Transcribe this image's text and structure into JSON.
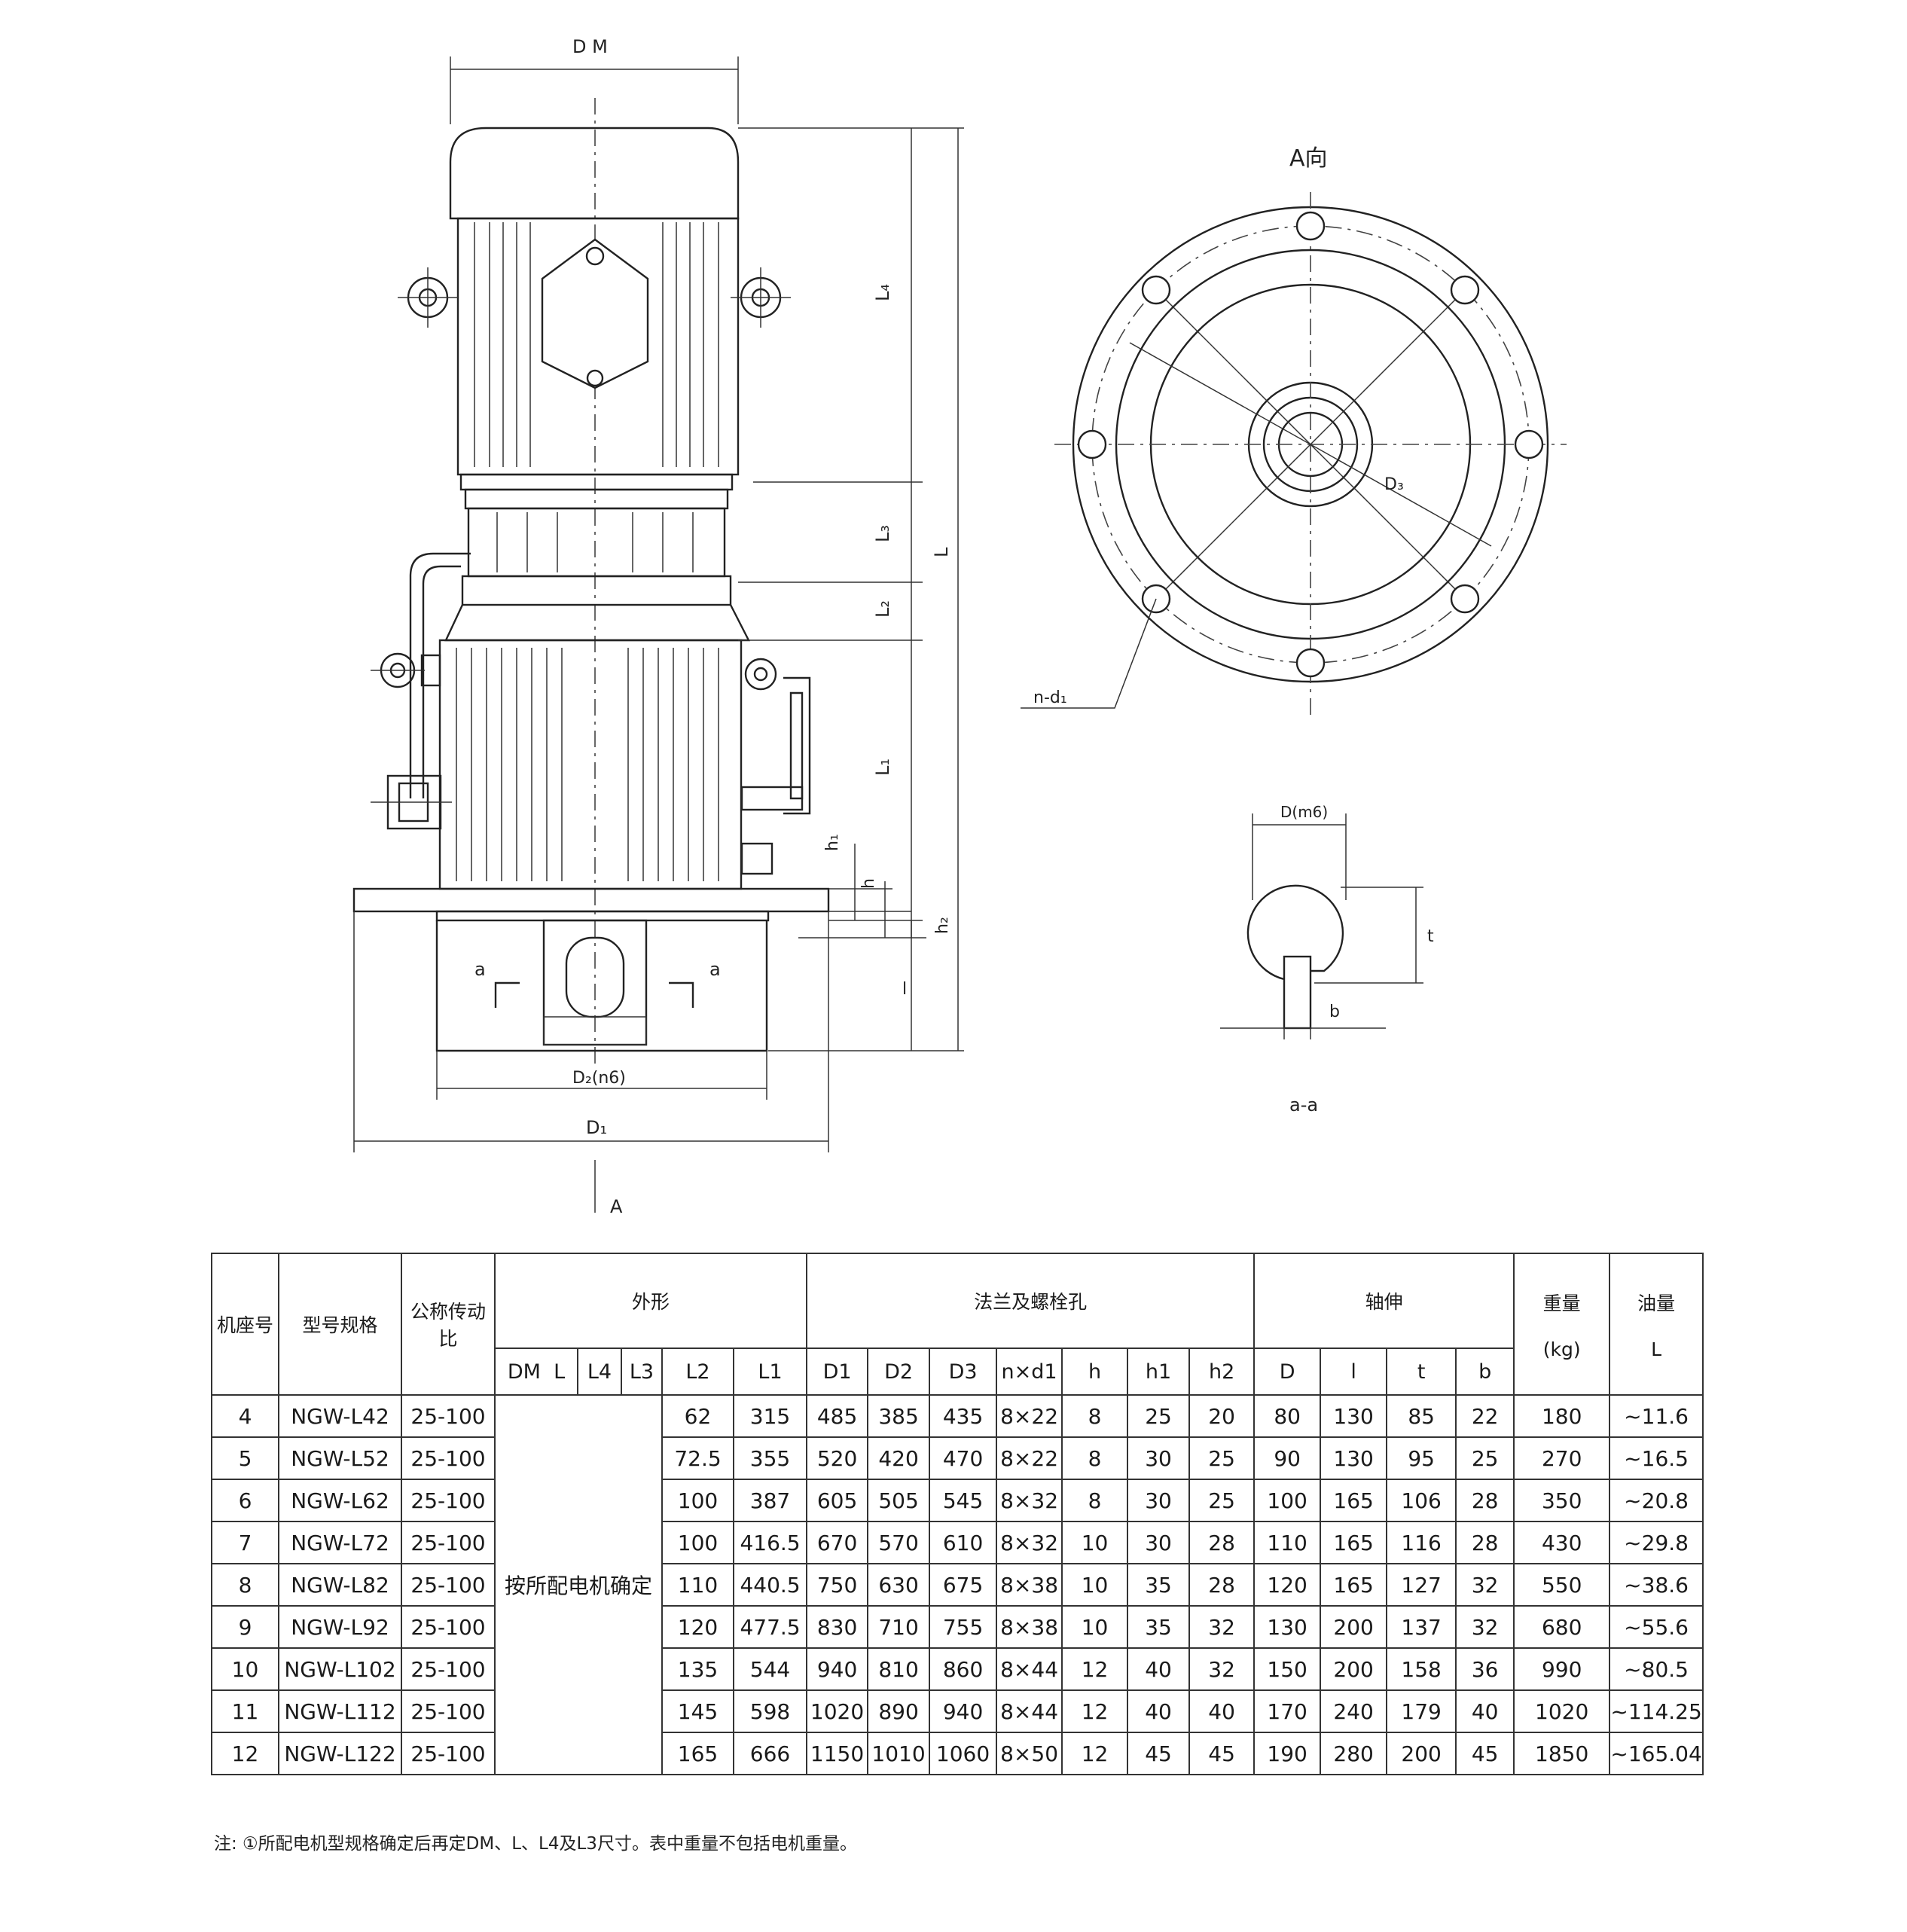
{
  "drawing": {
    "dims": {
      "DM": "D M",
      "L4": "L₄",
      "L3": "L₃",
      "L2": "L₂",
      "L1": "L₁",
      "L": "L",
      "h1": "h₁",
      "h": "h",
      "h2": "h₂",
      "l": "l",
      "D2": "D₂(n6)",
      "D1": "D₁",
      "a_left": "a",
      "a_right": "a",
      "A": "A"
    },
    "view_a": {
      "title": "A向",
      "D3": "D₃",
      "nd1": "n-d₁"
    },
    "section": {
      "D": "D(m6)",
      "t": "t",
      "b": "b",
      "caption": "a-a"
    }
  },
  "table": {
    "headers": {
      "seat": "机座号",
      "model": "型号规格",
      "ratio": "公称传动比",
      "outline": "外形",
      "flange": "法兰及螺栓孔",
      "shaft": "轴伸",
      "weight": "重量",
      "weight_unit": "(kg)",
      "oil": "油量",
      "oil_unit": "L"
    },
    "subheaders": [
      "DM",
      "L",
      "L4",
      "L3",
      "L2",
      "L1",
      "D1",
      "D2",
      "D3",
      "n×d1",
      "h",
      "h1",
      "h2",
      "D",
      "l",
      "t",
      "b"
    ],
    "merged_note": "按所配电机确定",
    "rows": [
      {
        "seat": "4",
        "model": "NGW-L42",
        "ratio": "25-100",
        "L2": "62",
        "L1": "315",
        "D1": "485",
        "D2": "385",
        "D3": "435",
        "nd1": "8×22",
        "h": "8",
        "h1": "25",
        "h2": "20",
        "D": "80",
        "l": "130",
        "t": "85",
        "b": "22",
        "weight": "180",
        "oil": "~11.6"
      },
      {
        "seat": "5",
        "model": "NGW-L52",
        "ratio": "25-100",
        "L2": "72.5",
        "L1": "355",
        "D1": "520",
        "D2": "420",
        "D3": "470",
        "nd1": "8×22",
        "h": "8",
        "h1": "30",
        "h2": "25",
        "D": "90",
        "l": "130",
        "t": "95",
        "b": "25",
        "weight": "270",
        "oil": "~16.5"
      },
      {
        "seat": "6",
        "model": "NGW-L62",
        "ratio": "25-100",
        "L2": "100",
        "L1": "387",
        "D1": "605",
        "D2": "505",
        "D3": "545",
        "nd1": "8×32",
        "h": "8",
        "h1": "30",
        "h2": "25",
        "D": "100",
        "l": "165",
        "t": "106",
        "b": "28",
        "weight": "350",
        "oil": "~20.8"
      },
      {
        "seat": "7",
        "model": "NGW-L72",
        "ratio": "25-100",
        "L2": "100",
        "L1": "416.5",
        "D1": "670",
        "D2": "570",
        "D3": "610",
        "nd1": "8×32",
        "h": "10",
        "h1": "30",
        "h2": "28",
        "D": "110",
        "l": "165",
        "t": "116",
        "b": "28",
        "weight": "430",
        "oil": "~29.8"
      },
      {
        "seat": "8",
        "model": "NGW-L82",
        "ratio": "25-100",
        "L2": "110",
        "L1": "440.5",
        "D1": "750",
        "D2": "630",
        "D3": "675",
        "nd1": "8×38",
        "h": "10",
        "h1": "35",
        "h2": "28",
        "D": "120",
        "l": "165",
        "t": "127",
        "b": "32",
        "weight": "550",
        "oil": "~38.6"
      },
      {
        "seat": "9",
        "model": "NGW-L92",
        "ratio": "25-100",
        "L2": "120",
        "L1": "477.5",
        "D1": "830",
        "D2": "710",
        "D3": "755",
        "nd1": "8×38",
        "h": "10",
        "h1": "35",
        "h2": "32",
        "D": "130",
        "l": "200",
        "t": "137",
        "b": "32",
        "weight": "680",
        "oil": "~55.6"
      },
      {
        "seat": "10",
        "model": "NGW-L102",
        "ratio": "25-100",
        "L2": "135",
        "L1": "544",
        "D1": "940",
        "D2": "810",
        "D3": "860",
        "nd1": "8×44",
        "h": "12",
        "h1": "40",
        "h2": "32",
        "D": "150",
        "l": "200",
        "t": "158",
        "b": "36",
        "weight": "990",
        "oil": "~80.5"
      },
      {
        "seat": "11",
        "model": "NGW-L112",
        "ratio": "25-100",
        "L2": "145",
        "L1": "598",
        "D1": "1020",
        "D2": "890",
        "D3": "940",
        "nd1": "8×44",
        "h": "12",
        "h1": "40",
        "h2": "40",
        "D": "170",
        "l": "240",
        "t": "179",
        "b": "40",
        "weight": "1020",
        "oil": "~114.25"
      },
      {
        "seat": "12",
        "model": "NGW-L122",
        "ratio": "25-100",
        "L2": "165",
        "L1": "666",
        "D1": "1150",
        "D2": "1010",
        "D3": "1060",
        "nd1": "8×50",
        "h": "12",
        "h1": "45",
        "h2": "45",
        "D": "190",
        "l": "280",
        "t": "200",
        "b": "45",
        "weight": "1850",
        "oil": "~165.04"
      }
    ]
  },
  "note": "注: ①所配电机型规格确定后再定DM、L、L4及L3尺寸。表中重量不包括电机重量。"
}
